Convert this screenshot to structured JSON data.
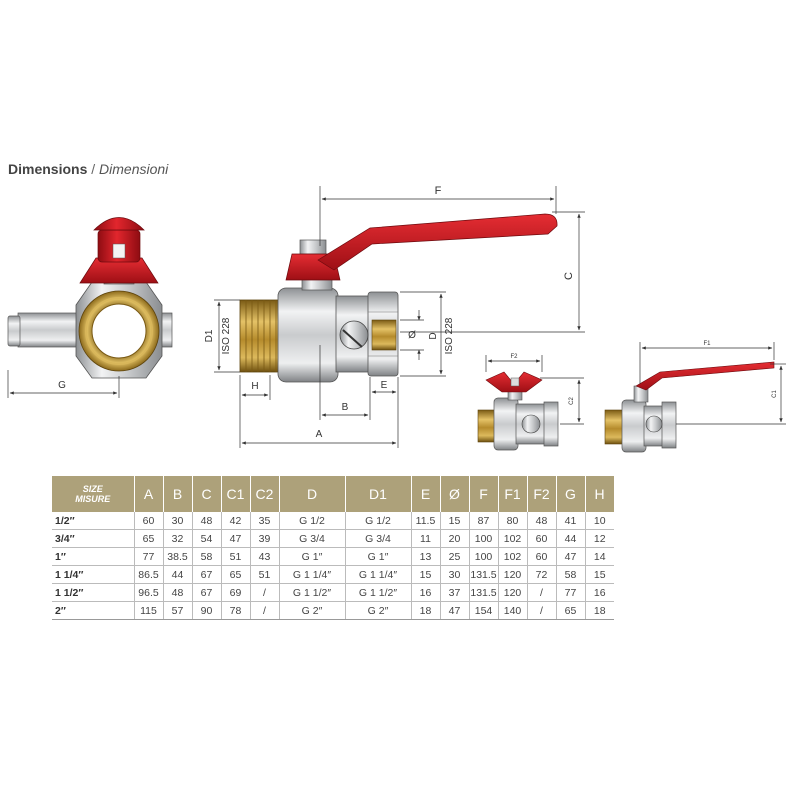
{
  "heading": {
    "main": "Dimensions",
    "separator": " / ",
    "sub": "Dimensioni"
  },
  "dimension_labels": {
    "F": "F",
    "C": "C",
    "D1": "D1",
    "iso_left": "ISO 228",
    "H": "H",
    "B": "B",
    "A": "A",
    "E": "E",
    "phi": "Ø",
    "D": "D",
    "iso_right": "ISO 228",
    "G": "G",
    "F2": "F2",
    "C2": "C2",
    "F1": "F1",
    "C1": "C1"
  },
  "table": {
    "size_label_en": "SIZE",
    "size_label_it": "MISURE",
    "columns": [
      "A",
      "B",
      "C",
      "C1",
      "C2",
      "D",
      "D1",
      "E",
      "Ø",
      "F",
      "F1",
      "F2",
      "G",
      "H"
    ],
    "rows": [
      {
        "size": "1/2″",
        "values": [
          "60",
          "30",
          "48",
          "42",
          "35",
          "G 1/2",
          "G 1/2",
          "11.5",
          "15",
          "87",
          "80",
          "48",
          "41",
          "10"
        ]
      },
      {
        "size": "3/4″",
        "values": [
          "65",
          "32",
          "54",
          "47",
          "39",
          "G 3/4",
          "G 3/4",
          "11",
          "20",
          "100",
          "102",
          "60",
          "44",
          "12"
        ]
      },
      {
        "size": "1″",
        "values": [
          "77",
          "38.5",
          "58",
          "51",
          "43",
          "G 1″",
          "G 1″",
          "13",
          "25",
          "100",
          "102",
          "60",
          "47",
          "14"
        ]
      },
      {
        "size": "1 1/4″",
        "values": [
          "86.5",
          "44",
          "67",
          "65",
          "51",
          "G 1 1/4″",
          "G 1 1/4″",
          "15",
          "30",
          "131.5",
          "120",
          "72",
          "58",
          "15"
        ]
      },
      {
        "size": "1 1/2″",
        "values": [
          "96.5",
          "48",
          "67",
          "69",
          "/",
          "G 1 1/2″",
          "G 1 1/2″",
          "16",
          "37",
          "131.5",
          "120",
          "/",
          "77",
          "16"
        ]
      },
      {
        "size": "2″",
        "values": [
          "115",
          "57",
          "90",
          "78",
          "/",
          "G 2″",
          "G 2″",
          "18",
          "47",
          "154",
          "140",
          "/",
          "65",
          "18"
        ]
      }
    ]
  },
  "colors": {
    "header_bg": "#ada17a",
    "handle_red": "#c8161d",
    "brass": "#b8912e",
    "chrome": "#c7c9cb"
  }
}
